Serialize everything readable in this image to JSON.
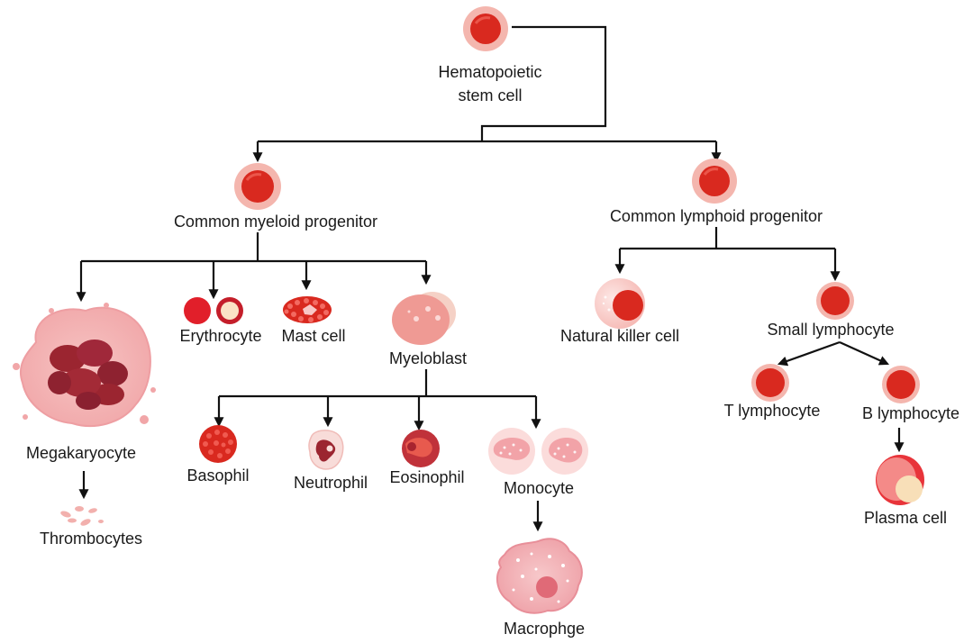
{
  "diagram": {
    "nodes": {
      "hsc_line1": "Hematopoietic",
      "hsc_line2": "stem cell",
      "cmp": "Common myeloid progenitor",
      "clp": "Common lymphoid progenitor",
      "megakaryocyte": "Megakaryocyte",
      "thrombocytes": "Thrombocytes",
      "erythrocyte": "Erythrocyte",
      "mast_cell": "Mast cell",
      "myeloblast": "Myeloblast",
      "basophil": "Basophil",
      "neutrophil": "Neutrophil",
      "eosinophil": "Eosinophil",
      "monocyte": "Monocyte",
      "macrophage": "Macrophge",
      "nk_cell": "Natural killer cell",
      "small_lymphocyte": "Small lymphocyte",
      "t_lymphocyte": "T lymphocyte",
      "b_lymphocyte": "B lymphocyte",
      "plasma_cell": "Plasma cell"
    },
    "colors": {
      "cell_core": "#d9291f",
      "cell_halo": "#f4b6ae",
      "cell_pale": "#f7c8c4",
      "dark_red": "#9b2530",
      "connector": "#111111"
    }
  }
}
